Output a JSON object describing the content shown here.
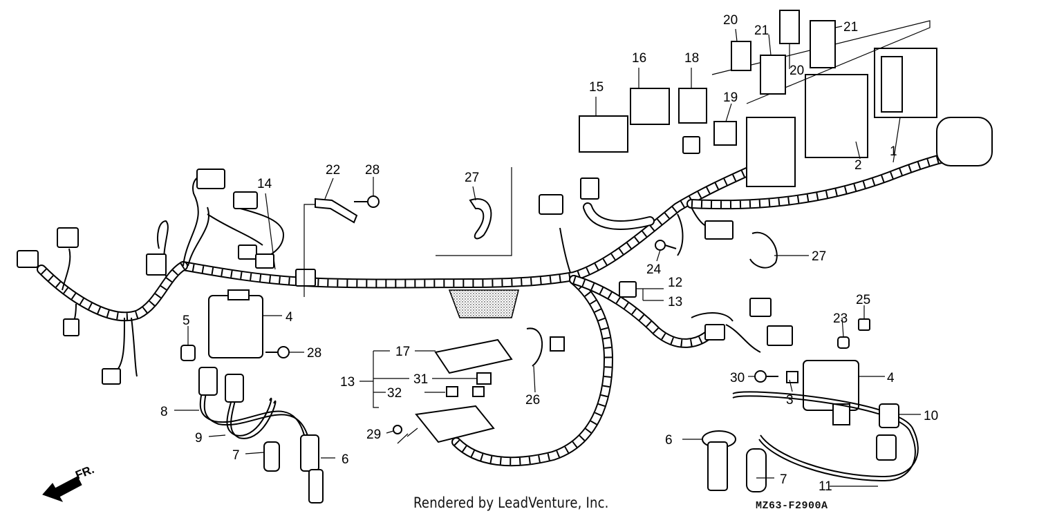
{
  "diagram": {
    "callouts": [
      {
        "id": "c1",
        "text": "1"
      },
      {
        "id": "c2",
        "text": "2"
      },
      {
        "id": "c3",
        "text": "3"
      },
      {
        "id": "c4a",
        "text": "4"
      },
      {
        "id": "c4b",
        "text": "4"
      },
      {
        "id": "c5",
        "text": "5"
      },
      {
        "id": "c6a",
        "text": "6"
      },
      {
        "id": "c6b",
        "text": "6"
      },
      {
        "id": "c7a",
        "text": "7"
      },
      {
        "id": "c7b",
        "text": "7"
      },
      {
        "id": "c8",
        "text": "8"
      },
      {
        "id": "c9",
        "text": "9"
      },
      {
        "id": "c10",
        "text": "10"
      },
      {
        "id": "c11",
        "text": "11"
      },
      {
        "id": "c12",
        "text": "12"
      },
      {
        "id": "c13a",
        "text": "13"
      },
      {
        "id": "c13b",
        "text": "13"
      },
      {
        "id": "c14",
        "text": "14"
      },
      {
        "id": "c15",
        "text": "15"
      },
      {
        "id": "c16",
        "text": "16"
      },
      {
        "id": "c17",
        "text": "17"
      },
      {
        "id": "c18",
        "text": "18"
      },
      {
        "id": "c19",
        "text": "19"
      },
      {
        "id": "c20a",
        "text": "20"
      },
      {
        "id": "c20b",
        "text": "20"
      },
      {
        "id": "c21a",
        "text": "21"
      },
      {
        "id": "c21b",
        "text": "21"
      },
      {
        "id": "c22",
        "text": "22"
      },
      {
        "id": "c23",
        "text": "23"
      },
      {
        "id": "c24",
        "text": "24"
      },
      {
        "id": "c25",
        "text": "25"
      },
      {
        "id": "c26",
        "text": "26"
      },
      {
        "id": "c27a",
        "text": "27"
      },
      {
        "id": "c27b",
        "text": "27"
      },
      {
        "id": "c28a",
        "text": "28"
      },
      {
        "id": "c28b",
        "text": "28"
      },
      {
        "id": "c29",
        "text": "29"
      },
      {
        "id": "c30",
        "text": "30"
      },
      {
        "id": "c31",
        "text": "31"
      },
      {
        "id": "c32",
        "text": "32"
      }
    ],
    "direction_label": "FR.",
    "footer": "Rendered by LeadVenture, Inc.",
    "drawing_code": "MZ63-F2900A"
  }
}
